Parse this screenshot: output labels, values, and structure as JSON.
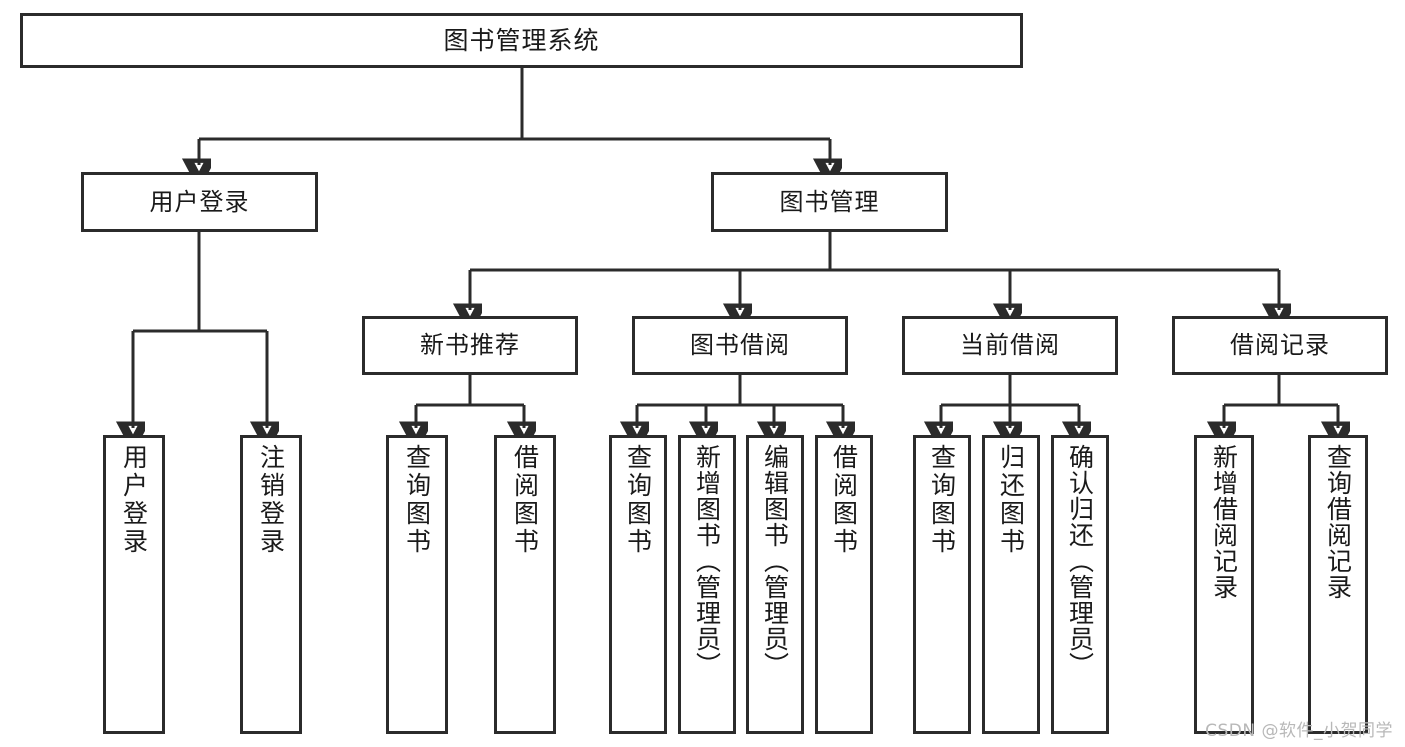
{
  "diagram": {
    "title": "图书管理系统",
    "type": "tree-structure-chart",
    "root": {
      "label": "图书管理系统"
    },
    "level2": [
      {
        "label": "用户登录"
      },
      {
        "label": "图书管理"
      }
    ],
    "level3": [
      {
        "label": "新书推荐"
      },
      {
        "label": "图书借阅"
      },
      {
        "label": "当前借阅"
      },
      {
        "label": "借阅记录"
      }
    ],
    "leaves": {
      "user_login": [
        {
          "label": "用户登录"
        },
        {
          "label": "注销登录"
        }
      ],
      "new_book_recommend": [
        {
          "label": "查询图书"
        },
        {
          "label": "借阅图书"
        }
      ],
      "book_borrow": [
        {
          "label": "查询图书"
        },
        {
          "label": "新增图书（管理员）"
        },
        {
          "label": "编辑图书（管理员）"
        },
        {
          "label": "借阅图书"
        }
      ],
      "current_borrow": [
        {
          "label": "查询图书"
        },
        {
          "label": "归还图书"
        },
        {
          "label": "确认归还（管理员）"
        }
      ],
      "borrow_record": [
        {
          "label": "新增借阅记录"
        },
        {
          "label": "查询借阅记录"
        }
      ]
    }
  },
  "watermark": {
    "text": "CSDN @软件_小贺同学"
  },
  "colors": {
    "stroke": "#2b2b2b",
    "fill": "#ffffff",
    "text": "#1a1a1a",
    "watermark": "#b8b8b8"
  }
}
